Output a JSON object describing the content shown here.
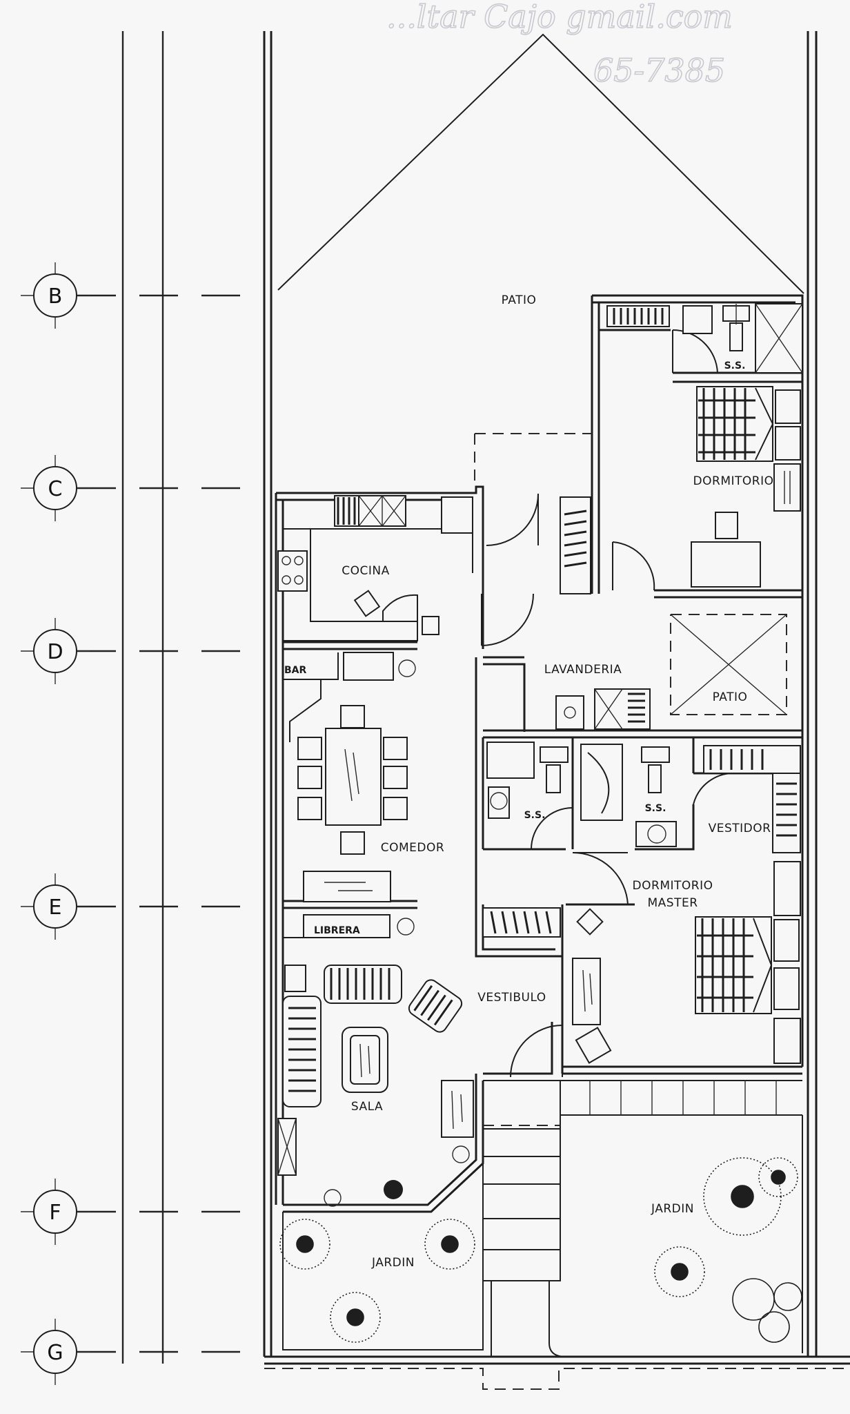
{
  "handwriting": {
    "line1": "...ltar Cajo gmail.com",
    "line2": "65-7385"
  },
  "grid_axes": [
    "B",
    "C",
    "D",
    "E",
    "F",
    "G"
  ],
  "rooms": {
    "patio_back": "PATIO",
    "ss_upper": "S.S.",
    "dormitorio": "DORMITORIO",
    "cocina": "COCINA",
    "bar": "BAR",
    "lavanderia": "LAVANDERIA",
    "patio_small": "PATIO",
    "ss_left": "S.S.",
    "ss_right": "S.S.",
    "vestidor": "VESTIDOR",
    "comedor": "COMEDOR",
    "dorm_master_1": "DORMITORIO",
    "dorm_master_2": "MASTER",
    "librera": "LIBRERA",
    "vestibulo": "VESTIBULO",
    "sala": "SALA",
    "jardin_left": "JARDIN",
    "jardin_right": "JARDIN"
  },
  "colors": {
    "line": "#1e1e1e",
    "paper": "#f7f7f8",
    "handwriting": "#c9c9cf"
  }
}
